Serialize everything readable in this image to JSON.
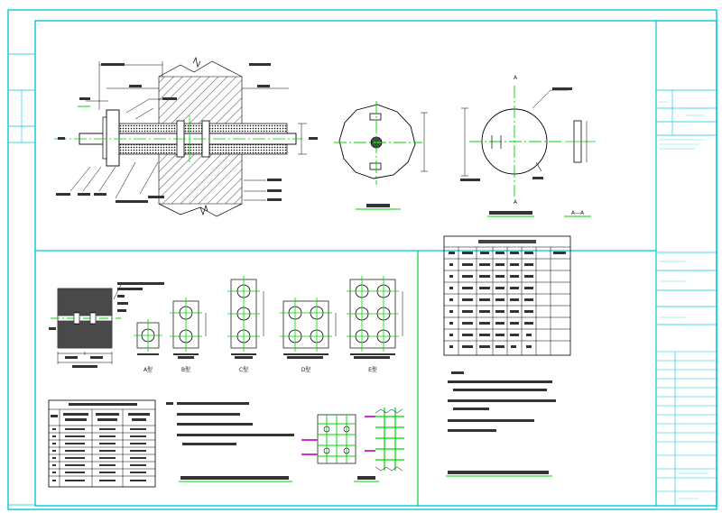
{
  "drawing": {
    "section_labels": {
      "front_view": "",
      "plate_view": "",
      "section_aa": "A—A"
    },
    "section_markers": {
      "a_top": "A",
      "a_bottom": "A"
    },
    "detail_labels": [
      "A型",
      "B型",
      "C型",
      "D型",
      "E型"
    ],
    "colors": {
      "frame": "#00c8d8",
      "green": "#00d400",
      "ink": "#000000",
      "magenta": "#cc33cc"
    }
  }
}
